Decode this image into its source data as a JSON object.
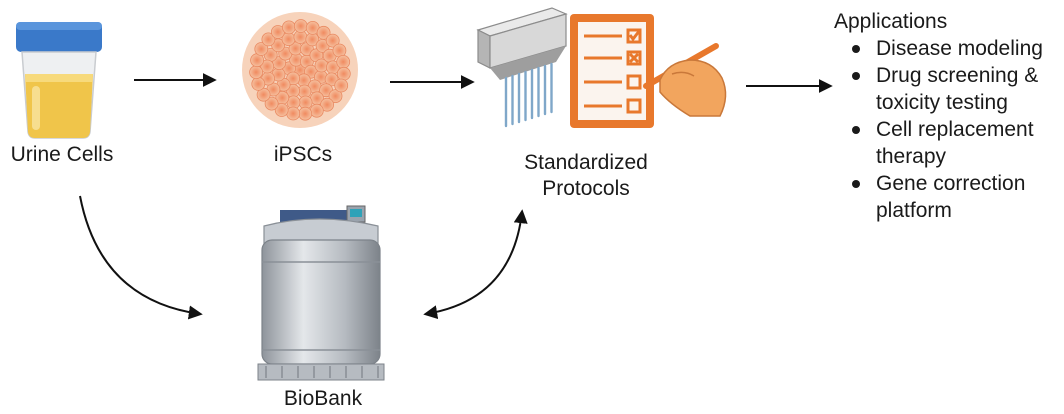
{
  "nodes": {
    "urine": {
      "label": "Urine Cells"
    },
    "ipsc": {
      "label": "iPSCs"
    },
    "protocols": {
      "label_line1": "Standardized",
      "label_line2": "Protocols"
    },
    "biobank": {
      "label": "BioBank"
    }
  },
  "applications": {
    "title": "Applications",
    "items": [
      {
        "lines": [
          "Disease modeling"
        ]
      },
      {
        "lines": [
          "Drug screening &",
          "toxicity testing"
        ]
      },
      {
        "lines": [
          "Cell replacement",
          "therapy"
        ]
      },
      {
        "lines": [
          "Gene correction",
          "platform"
        ]
      }
    ]
  },
  "colors": {
    "cup_lid": "#3a79c9",
    "urine": "#f0c54a",
    "cell_fill": "#f2a27a",
    "checklist_orange": "#e8782c",
    "hand": "#f2a55e",
    "steel": "#b9bec4",
    "arrow": "#111111"
  }
}
